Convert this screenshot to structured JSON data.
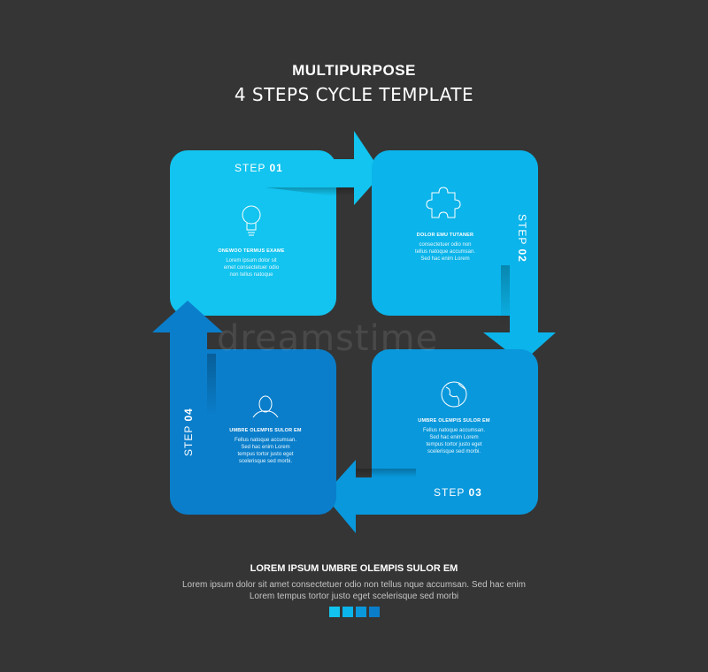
{
  "header": {
    "title": "MULTIPURPOSE",
    "subtitle": "4 STEPS CYCLE TEMPLATE"
  },
  "colors": {
    "background": "#353535",
    "step1": "#12c4ef",
    "step2": "#0bb4ea",
    "step3": "#0998dc",
    "step4": "#0a7ecb"
  },
  "steps": [
    {
      "prefix": "STEP",
      "number": "01",
      "icon": "lightbulb-icon",
      "title": "ONEWOO TERMUS EXAME",
      "body": [
        "Lorem ipsum dolor sit",
        "emet consectetuer odio",
        "non tellus natoque"
      ]
    },
    {
      "prefix": "STEP",
      "number": "02",
      "icon": "puzzle-icon",
      "title": "DOLOR EMU TUTANER",
      "body": [
        "consectetuer odio non",
        "tellus natoque accumsan.",
        "Sed hac enim Lorem"
      ]
    },
    {
      "prefix": "STEP",
      "number": "03",
      "icon": "globe-icon",
      "title": "UMBRE OLEMPIS SULOR EM",
      "body": [
        "Fellus natoque accumsan.",
        "Sed hac enim Lorem",
        "tempus tortor justo eget",
        "scelerisque sed morbi."
      ]
    },
    {
      "prefix": "STEP",
      "number": "04",
      "icon": "user-icon",
      "title": "UMBRE OLEMPIS SULOR EM",
      "body": [
        "Fellus natoque accumsan.",
        "Sed hac enim Lorem",
        "tempus tortor justo eget",
        "scelerisque sed morbi."
      ]
    }
  ],
  "watermark": "dreamstime",
  "footer": {
    "title": "LOREM IPSUM UMBRE OLEMPIS SULOR EM",
    "lines": [
      "Lorem ipsum dolor sit amet consectetuer odio non tellus nque accumsan. Sed hac enim",
      "Lorem tempus tortor justo eget scelerisque sed morbi"
    ]
  }
}
